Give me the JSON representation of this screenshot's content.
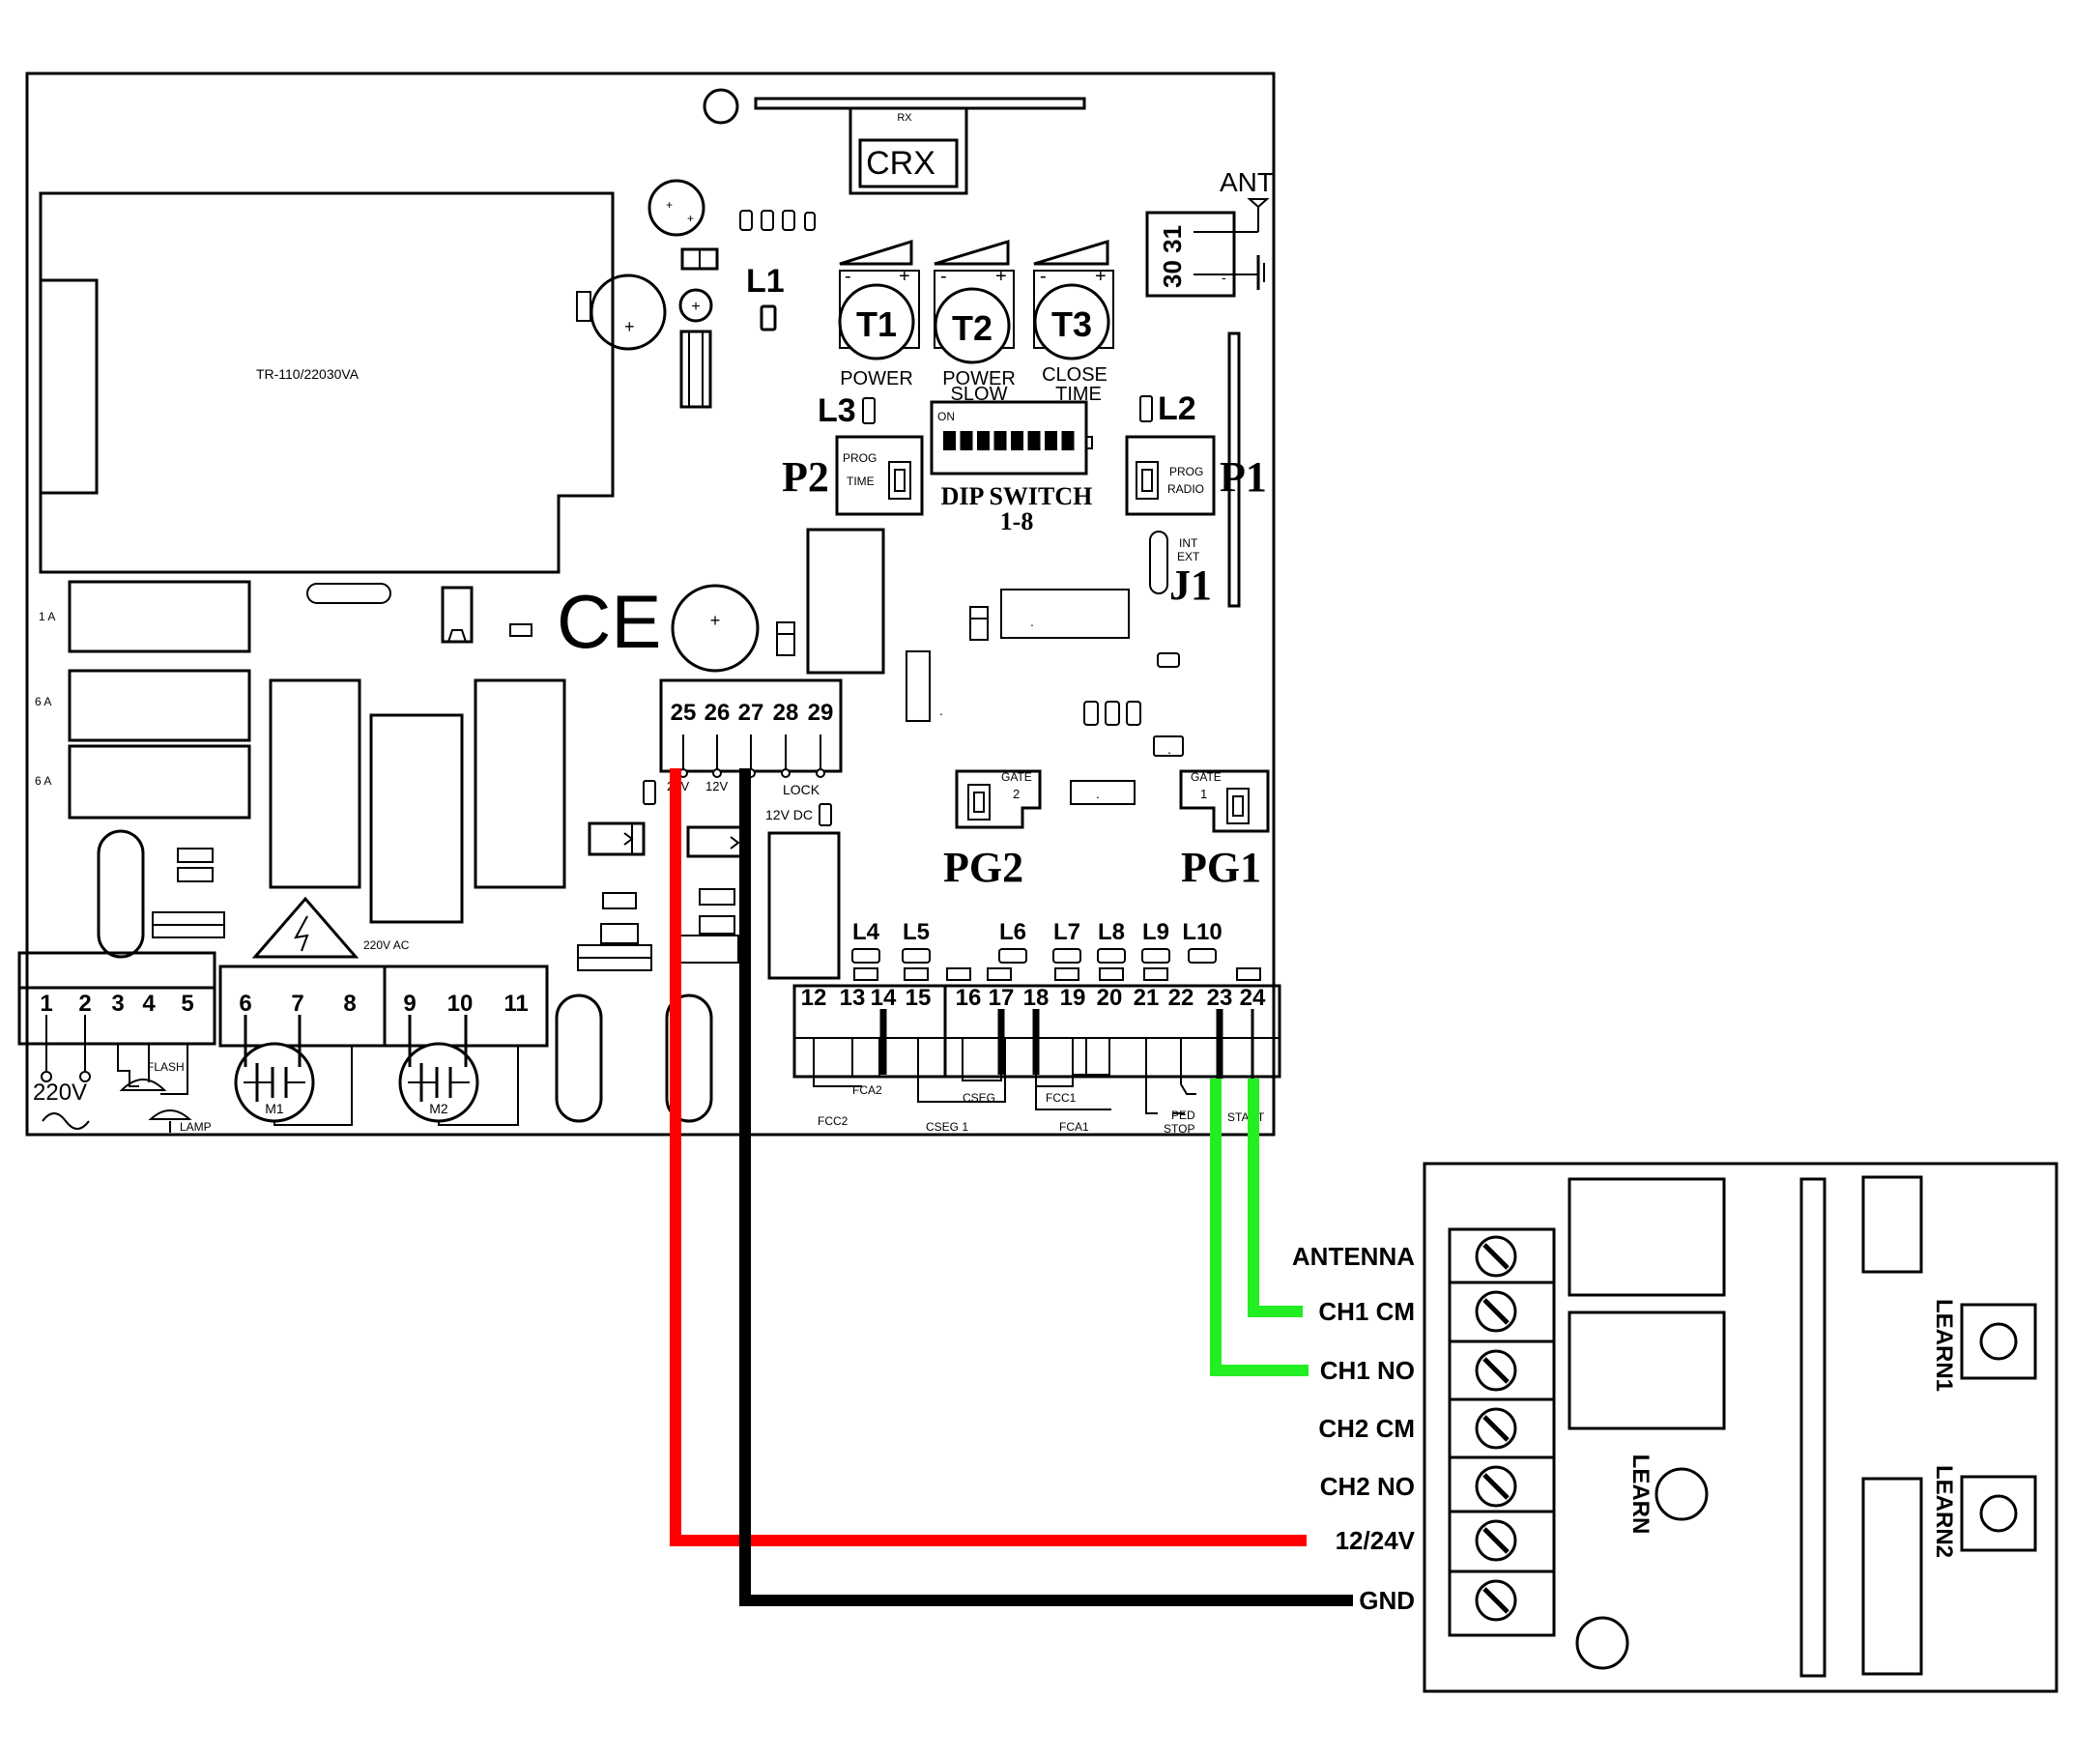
{
  "board": {
    "transformer": "TR-110/22030VA",
    "crx_top": "RX",
    "crx": "CRX",
    "ant": "ANT",
    "ant_terms": "30 31",
    "ant_minus": "-",
    "l1": "L1",
    "l2": "L2",
    "l3": "L3",
    "trimmers": [
      {
        "name": "T1",
        "label1": "POWER",
        "label2": ""
      },
      {
        "name": "T2",
        "label1": "POWER",
        "label2": "SLOW"
      },
      {
        "name": "T3",
        "label1": "CLOSE",
        "label2": "TIME"
      }
    ],
    "minus": "-",
    "plus": "+",
    "p1": "P1",
    "p1_l1": "PROG",
    "p1_l2": "RADIO",
    "p2": "P2",
    "p2_l1": "PROG",
    "p2_l2": "TIME",
    "dip_on": "ON",
    "dip_label": "DIP SWITCH",
    "dip_range": "1-8",
    "j1": "J1",
    "j1_int": "INT",
    "j1_ext": "EXT",
    "fuse_1a": "1 A",
    "fuse_6a_1": "6 A",
    "fuse_6a_2": "6 A",
    "ce": "CE",
    "pg1": "PG1",
    "pg1_l1": "GATE",
    "pg1_l2": "1",
    "pg2": "PG2",
    "pg2_l1": "GATE",
    "pg2_l2": "2",
    "top_terminals": [
      "25",
      "26",
      "27",
      "28",
      "29"
    ],
    "top_term_labels": {
      "v24": "24V",
      "v12": "12V",
      "lock": "LOCK",
      "dc": "12V DC"
    },
    "hv_label": "220V AC",
    "leds_bottom": [
      "L4",
      "L5",
      "L6",
      "L7",
      "L8",
      "L9",
      "L10"
    ],
    "power_terminals": [
      "1",
      "2",
      "3",
      "4",
      "5"
    ],
    "motor1_terminals": [
      "6",
      "7",
      "8"
    ],
    "motor2_terminals": [
      "9",
      "10",
      "11"
    ],
    "v220": "220V",
    "flash": "FLASH",
    "lamp": "LAMP",
    "m1": "M1",
    "m2": "M2",
    "input_terminals": [
      "12",
      "13",
      "14",
      "15",
      "16",
      "17",
      "18",
      "19",
      "20",
      "21",
      "22",
      "23",
      "24"
    ],
    "input_labels": {
      "fcc2": "FCC2",
      "fca2": "FCA2",
      "cseg": "CSEG",
      "cseg1": "CSEG 1",
      "fcc1": "FCC1",
      "fca1": "FCA1",
      "ped": "PED",
      "stop": "STOP",
      "start": "START"
    }
  },
  "receiver": {
    "terminals": [
      "ANTENNA",
      "CH1 CM",
      "CH1 NO",
      "CH2 CM",
      "CH2 NO",
      "12/24V",
      "GND"
    ],
    "learn": "LEARN",
    "learn1": "LEARN1",
    "learn2": "LEARN2"
  },
  "wires": [
    {
      "name": "power-12-24v",
      "color": "#ff0000"
    },
    {
      "name": "gnd",
      "color": "#000000"
    },
    {
      "name": "ch1-cm",
      "color": "#22ee22"
    },
    {
      "name": "ch1-no",
      "color": "#22ee22"
    }
  ]
}
